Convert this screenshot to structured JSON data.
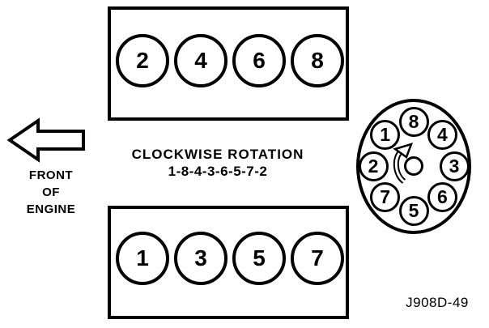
{
  "top_bank": {
    "cylinders": [
      "2",
      "4",
      "6",
      "8"
    ]
  },
  "bottom_bank": {
    "cylinders": [
      "1",
      "3",
      "5",
      "7"
    ]
  },
  "rotation": {
    "line1": "CLOCKWISE ROTATION",
    "line2": "1-8-4-3-6-5-7-2"
  },
  "front_label": {
    "line1": "FRONT",
    "line2": "OF",
    "line3": "ENGINE"
  },
  "distributor": {
    "terminals_clockwise_from_top": [
      "8",
      "4",
      "3",
      "6",
      "5",
      "7",
      "2",
      "1"
    ]
  },
  "figure_id": "J908D-49",
  "icons": {
    "front_arrow": "left-arrow",
    "rotation_arrow": "clockwise-curved-arrow"
  },
  "colors": {
    "line": "#000000",
    "background": "#ffffff"
  }
}
